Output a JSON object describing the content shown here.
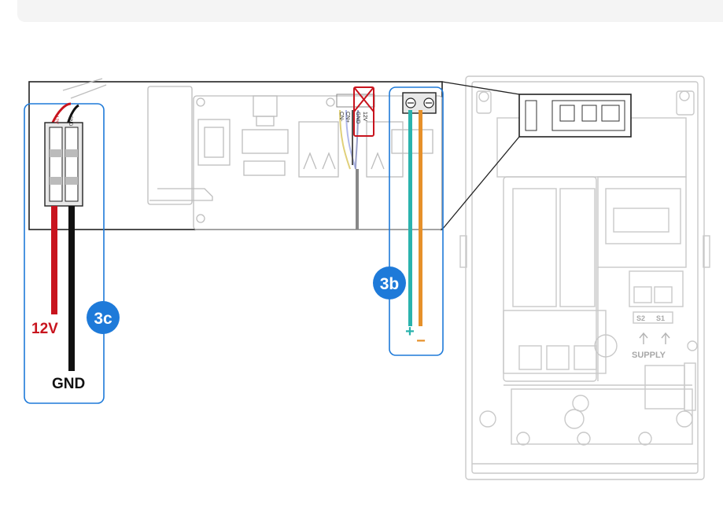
{
  "colors": {
    "callout_blue": "#1e7ad9",
    "wire_red": "#c8141e",
    "wire_black": "#111111",
    "wire_teal": "#2ab3ad",
    "wire_orange": "#e6902a",
    "cross_red": "#c8141e",
    "outline_gray": "#c9c9c9"
  },
  "callouts": {
    "b": "3b",
    "c": "3c"
  },
  "wire_labels": {
    "v12": "12V",
    "gnd": "GND",
    "plus": "+",
    "minus": "−"
  },
  "pcb_labels": {
    "cn_minus": "CN-",
    "cn_plus": "CN+",
    "gnd": "GND",
    "v12": "12V",
    "conn_12v": "12V",
    "conn_gnd": "GND"
  },
  "panel_labels": {
    "s2": "S2",
    "s1": "S1",
    "supply": "SUPPLY"
  }
}
